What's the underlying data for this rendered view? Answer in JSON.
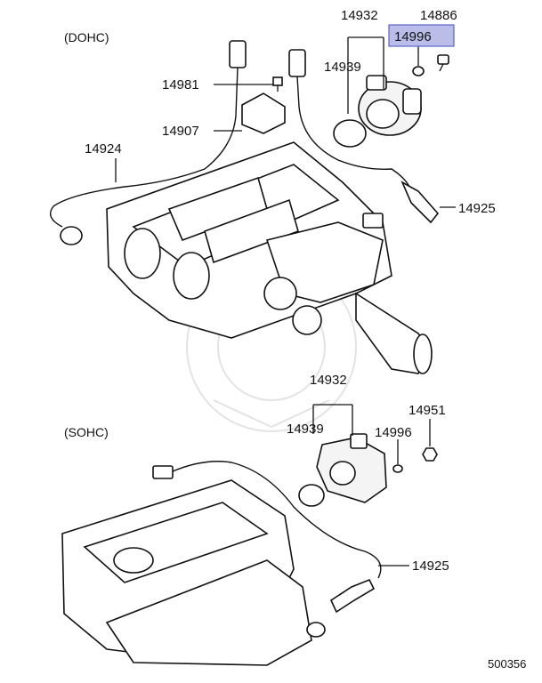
{
  "sections": {
    "dohc": "(DOHC)",
    "sohc": "(SOHC)"
  },
  "dohc_labels": {
    "p14932": "14932",
    "p14886": "14886",
    "p14996_highlight": "14996",
    "p14939": "14939",
    "p14981": "14981",
    "p14907": "14907",
    "p14924": "14924",
    "p14925": "14925"
  },
  "sohc_labels": {
    "p14932": "14932",
    "p14951": "14951",
    "p14939": "14939",
    "p14996": "14996",
    "p14925": "14925"
  },
  "diagram_code": "500356",
  "colors": {
    "highlight_fill": "#b9bde8",
    "highlight_border": "#5a63c8",
    "line": "#111111"
  }
}
